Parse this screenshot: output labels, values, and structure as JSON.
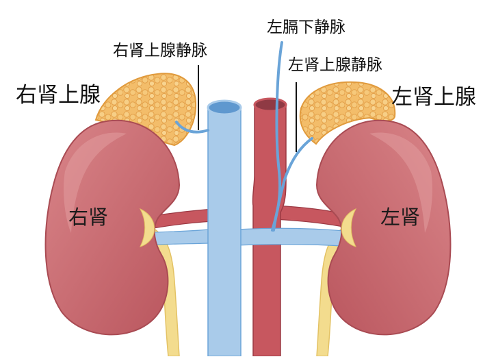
{
  "labels": {
    "right_adrenal_vein": "右肾上腺静脉",
    "right_adrenal_gland": "右肾上腺",
    "left_inferior_phrenic_vein": "左膈下静脉",
    "left_adrenal_vein": "左肾上腺静脉",
    "left_adrenal_gland": "左肾上腺",
    "right_kidney": "右肾",
    "left_kidney": "左肾"
  },
  "colors": {
    "kidney": "#c9636a",
    "kidney_dark": "#a94b53",
    "kidney_light": "#d98589",
    "adrenal": "#f2b964",
    "adrenal_dark": "#e19a3e",
    "vein": "#a9cbea",
    "vein_dark": "#6aa4d8",
    "artery": "#c7575f",
    "artery_dark": "#9c3a44",
    "ureter": "#f3dc8e",
    "leader_line": "#111111"
  }
}
